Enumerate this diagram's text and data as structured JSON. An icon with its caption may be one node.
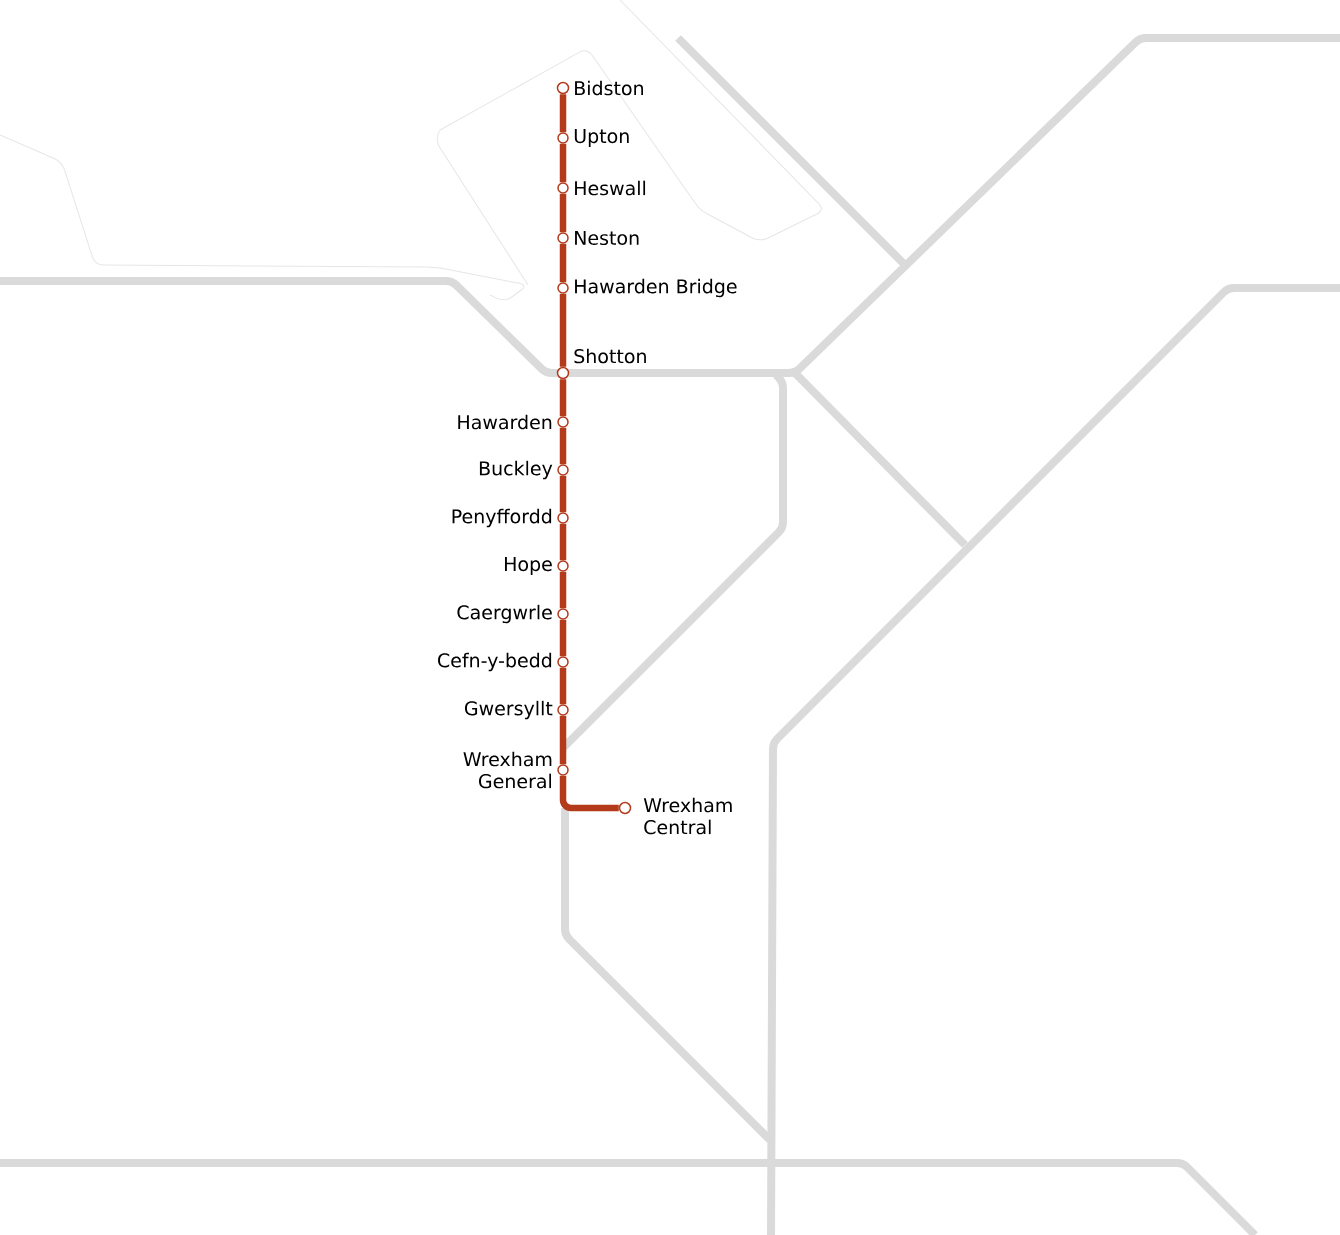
{
  "diagram": {
    "nodes": [
      {
        "text": [
          "Bidston"
        ]
      },
      {
        "text": [
          "Upton"
        ]
      },
      {
        "text": [
          "Heswall"
        ]
      },
      {
        "text": [
          "Neston"
        ]
      },
      {
        "text": [
          "Hawarden Bridge"
        ]
      },
      {
        "text": [
          "Shotton"
        ]
      },
      {
        "text": [
          "Hawarden"
        ]
      },
      {
        "text": [
          "Buckley"
        ]
      },
      {
        "text": [
          "Penyffordd"
        ]
      },
      {
        "text": [
          "Hope"
        ]
      },
      {
        "text": [
          "Caergwrle"
        ]
      },
      {
        "text": [
          "Cefn-y-bedd"
        ]
      },
      {
        "text": [
          "Gwersyllt"
        ]
      },
      {
        "text": [
          "Wrexham General"
        ]
      },
      {
        "text": [
          "Wrexham Central"
        ]
      }
    ],
    "edges": [
      {
        "from": 0,
        "to": 1,
        "arrow": "none"
      },
      {
        "from": 1,
        "to": 2,
        "arrow": "none"
      },
      {
        "from": 2,
        "to": 3,
        "arrow": "none"
      },
      {
        "from": 3,
        "to": 4,
        "arrow": "none"
      },
      {
        "from": 4,
        "to": 5,
        "arrow": "none"
      },
      {
        "from": 5,
        "to": 6,
        "arrow": "none"
      },
      {
        "from": 6,
        "to": 7,
        "arrow": "none"
      },
      {
        "from": 7,
        "to": 8,
        "arrow": "none"
      },
      {
        "from": 8,
        "to": 9,
        "arrow": "none"
      },
      {
        "from": 9,
        "to": 10,
        "arrow": "none"
      },
      {
        "from": 10,
        "to": 11,
        "arrow": "none"
      },
      {
        "from": 11,
        "to": 12,
        "arrow": "none"
      },
      {
        "from": 12,
        "to": 13,
        "arrow": "none"
      },
      {
        "from": 13,
        "to": 14,
        "arrow": "none"
      }
    ]
  }
}
